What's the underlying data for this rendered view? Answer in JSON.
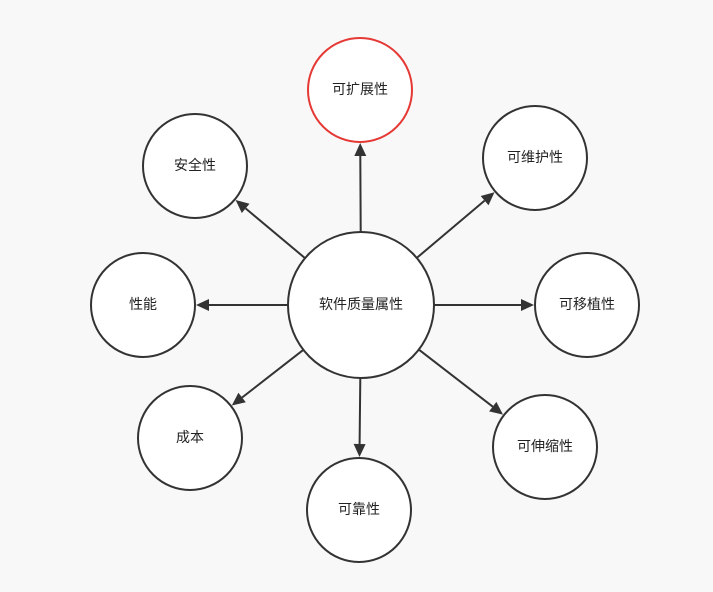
{
  "diagram": {
    "center": {
      "id": "center",
      "label": "软件质量属性"
    },
    "nodes": [
      {
        "id": "scalability",
        "label": "可扩展性",
        "highlighted": true
      },
      {
        "id": "maintainability",
        "label": "可维护性",
        "highlighted": false
      },
      {
        "id": "portability",
        "label": "可移植性",
        "highlighted": false
      },
      {
        "id": "elasticity",
        "label": "可伸缩性",
        "highlighted": false
      },
      {
        "id": "reliability",
        "label": "可靠性",
        "highlighted": false
      },
      {
        "id": "cost",
        "label": "成本",
        "highlighted": false
      },
      {
        "id": "performance",
        "label": "性能",
        "highlighted": false
      },
      {
        "id": "security",
        "label": "安全性",
        "highlighted": false
      }
    ],
    "colors": {
      "highlight": "#e53935",
      "stroke": "#333333",
      "background": "#f8f8f8"
    }
  }
}
